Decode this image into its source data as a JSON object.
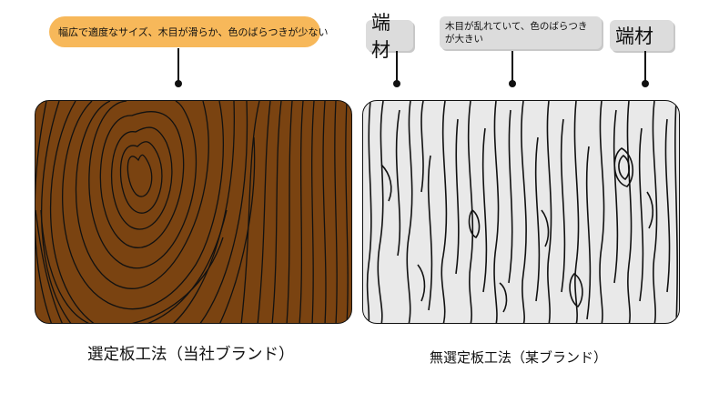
{
  "callouts": {
    "uniform_grain": "幅広で適度なサイズ、木目が滑らか、色のばらつきが少ない",
    "end_grain_left": "端材",
    "rough_grain": "木目が乱れていて、色のばらつきが大きい",
    "end_grain_right": "端材"
  },
  "captions": {
    "selected_method": "選定板工法（当社ブランド）",
    "unselected_method": "無選定板工法（某ブランド）"
  },
  "colors": {
    "selected_board": "#7a4311",
    "unselected_board": "#e9e9e9",
    "orange_callout": "#f7b85a",
    "gray_callout": "#dcdcdc",
    "line": "#111111"
  }
}
